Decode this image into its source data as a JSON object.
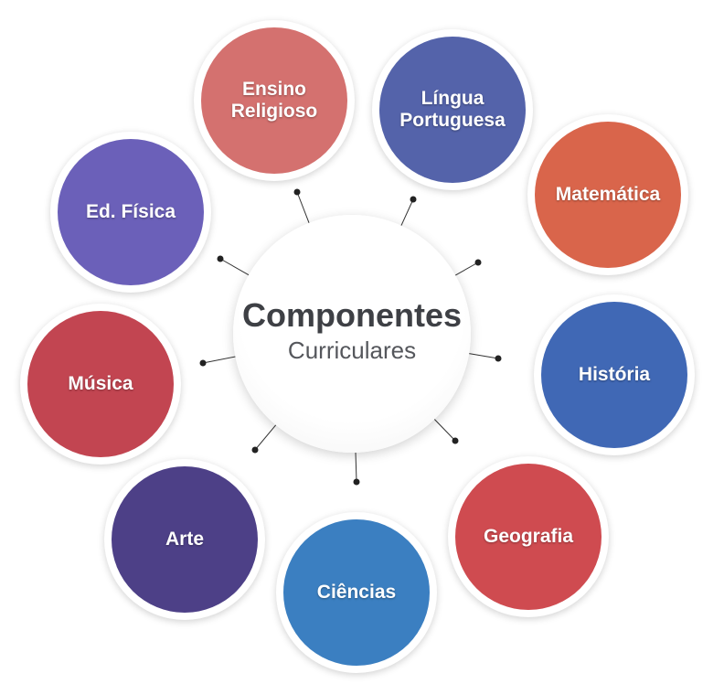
{
  "center": {
    "title": "Componentes",
    "subtitle": "Curriculares"
  },
  "components": [
    {
      "label": "Ensino\nReligioso",
      "color": "#d4716f"
    },
    {
      "label": "Língua\nPortuguesa",
      "color": "#5463aa"
    },
    {
      "label": "Matemática",
      "color": "#d9654b"
    },
    {
      "label": "História",
      "color": "#4068b5"
    },
    {
      "label": "Geografia",
      "color": "#cf4b50"
    },
    {
      "label": "Ciências",
      "color": "#3b7fc1"
    },
    {
      "label": "Arte",
      "color": "#4d4087"
    },
    {
      "label": "Música",
      "color": "#c24551"
    },
    {
      "label": "Ed. Física",
      "color": "#6b60b9"
    }
  ]
}
